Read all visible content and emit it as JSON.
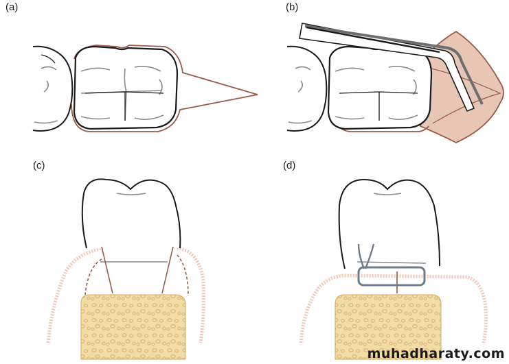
{
  "panels": [
    {
      "label": "(a)"
    },
    {
      "label": "(b)"
    },
    {
      "label": "(c)"
    },
    {
      "label": "(d)"
    }
  ],
  "watermark": "muhadharaty.com",
  "colors": {
    "outline": "#1a1a1a",
    "groove": "#8a8a8a",
    "incision": "#9a5a48",
    "flap_fill": "#e8c6b6",
    "gingiva": "#f2c7b8",
    "bone_fill": "#f3dca4",
    "bone_texture": "#d2b27a",
    "instrument": "#6e6e6e",
    "suture": "#6f7b86"
  }
}
